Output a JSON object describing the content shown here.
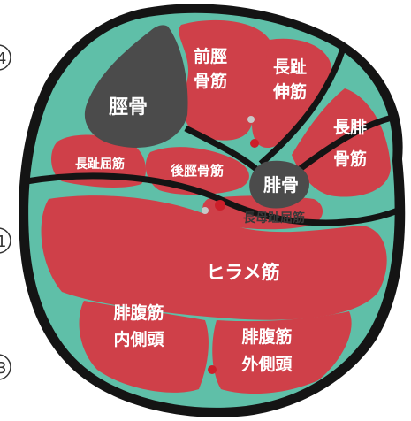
{
  "colors": {
    "outline": "#141414",
    "fascia": "#5fbfa8",
    "muscle": "#cf4049",
    "bone": "#4b4b4b",
    "vessel": "#cc1f2a",
    "text": "#ffffff"
  },
  "edge_markers": [
    {
      "glyph": "4"
    },
    {
      "glyph": "1"
    },
    {
      "glyph": "3"
    }
  ],
  "labels": {
    "tibia": "脛骨",
    "tibialis_anterior": [
      "前脛",
      "骨筋"
    ],
    "ext_digitorum_longus": [
      "長趾",
      "伸筋"
    ],
    "peroneus_longus": [
      "長腓",
      "骨筋"
    ],
    "flex_digitorum_longus": "長趾屈筋",
    "tibialis_posterior": "後脛骨筋",
    "fibula": "腓骨",
    "flex_hallucis_longus": "長母趾屈筋",
    "soleus": "ヒラメ筋",
    "gastrocnemius_medial": [
      "腓腹筋",
      "内側頭"
    ],
    "gastrocnemius_lateral": [
      "腓腹筋",
      "外側頭"
    ]
  }
}
